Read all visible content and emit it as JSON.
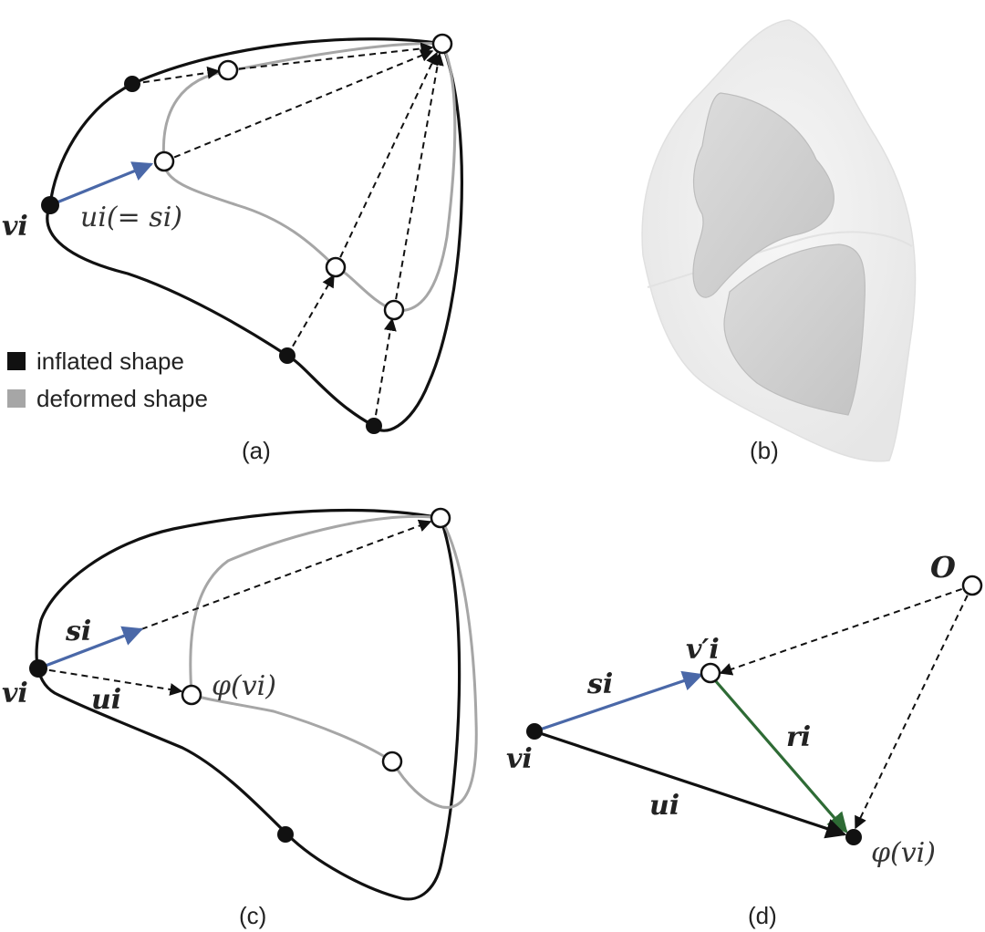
{
  "colors": {
    "inflated": "#111111",
    "deformed": "#a6a6a6",
    "blue_arrow": "#4a68a8",
    "green_arrow": "#2e6b35",
    "dashed": "#111111"
  },
  "panel_a": {
    "caption": "(a)",
    "label_v": "vi",
    "label_u": "ui(= si)",
    "legend": [
      {
        "label": "inflated shape",
        "color": "#111111"
      },
      {
        "label": "deformed shape",
        "color": "#a6a6a6"
      }
    ]
  },
  "panel_b": {
    "caption": "(b)"
  },
  "panel_c": {
    "caption": "(c)",
    "label_s": "si",
    "label_v": "vi",
    "label_u": "ui",
    "label_phi": "φ(vi)"
  },
  "panel_d": {
    "caption": "(d)",
    "label_O": "O",
    "label_vprime": "v′i",
    "label_s": "si",
    "label_r": "ri",
    "label_v": "vi",
    "label_u": "ui",
    "label_phi": "φ(vi)"
  }
}
